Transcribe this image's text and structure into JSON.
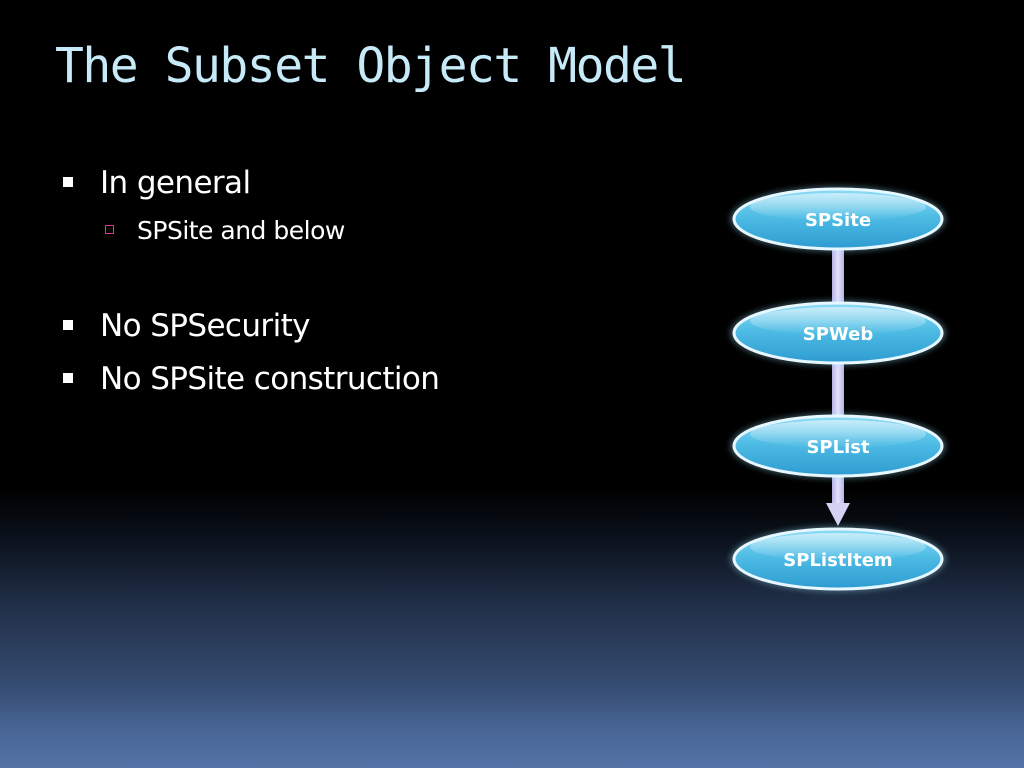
{
  "slide": {
    "title": "The Subset Object Model"
  },
  "bullets": {
    "item1": "In general",
    "item1_sub1": "SPSite and below",
    "item2": "No SPSecurity",
    "item3": "No SPSite construction"
  },
  "diagram": {
    "nodes": [
      "SPSite",
      "SPWeb",
      "SPList",
      "SPListItem"
    ],
    "edges": [
      {
        "from": "SPSite",
        "to": "SPWeb"
      },
      {
        "from": "SPWeb",
        "to": "SPList"
      },
      {
        "from": "SPList",
        "to": "SPListItem"
      }
    ],
    "colors": {
      "node_fill": "#4fbde5",
      "node_border": "#e6f7ff",
      "connector": "#cdcbf0",
      "title": "#c7eaf8",
      "sub_bullet_marker": "#e0358c"
    }
  }
}
